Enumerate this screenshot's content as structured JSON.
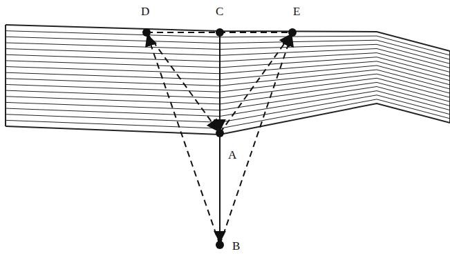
{
  "diagram": {
    "labels": [
      "D",
      "C",
      "E",
      "A",
      "B"
    ]
  }
}
